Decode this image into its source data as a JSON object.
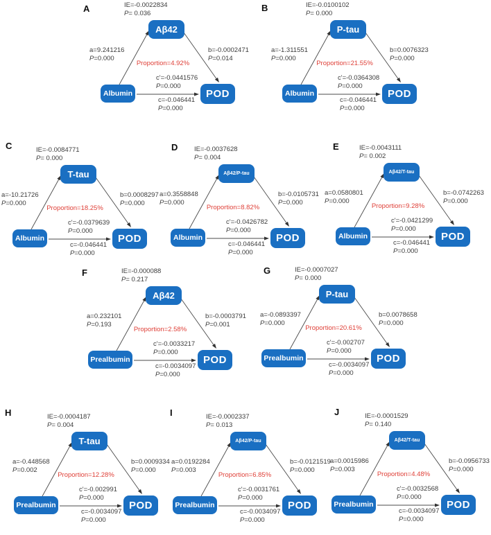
{
  "p_symbol": "P",
  "colors": {
    "box_blue": "#1a6fc2",
    "proportion_red": "#df4038",
    "arrow": "#4a4a4a",
    "label_text": "#3c3c3c"
  },
  "panels": [
    {
      "label": "A",
      "predictor": "Albumin",
      "mediator": "Aβ42",
      "outcome": "POD",
      "ie_value": "IE=-0.0022834",
      "ie_p": "= 0.036",
      "a_value": "a=9.241216",
      "a_p": "=0.000",
      "b_value": "b=-0.0002471",
      "b_p": "=0.014",
      "proportion": "Proportion=4.92%",
      "cp_value": "c'=-0.0441576",
      "cp_p": "=0.000",
      "c_value": "c=-0.046441",
      "c_p": "=0.000"
    },
    {
      "label": "B",
      "predictor": "Albumin",
      "mediator": "P-tau",
      "outcome": "POD",
      "ie_value": "IE=-0.0100102",
      "ie_p": "= 0.000",
      "a_value": "a=-1.311551",
      "a_p": "=0.000",
      "b_value": "b=0.0076323",
      "b_p": "=0.000",
      "proportion": "Proportion=21.55%",
      "cp_value": "c'=-0.0364308",
      "cp_p": "=0.000",
      "c_value": "c=-0.046441",
      "c_p": "=0.000"
    },
    {
      "label": "C",
      "predictor": "Albumin",
      "mediator": "T-tau",
      "outcome": "POD",
      "ie_value": "IE=-0.0084771",
      "ie_p": "= 0.000",
      "a_value": "a=-10.21726",
      "a_p": "=0.000",
      "b_value": "b=0.0008297",
      "b_p": "=0.000",
      "proportion": "Proportion=18.25%",
      "cp_value": "c'=-0.0379639",
      "cp_p": "=0.000",
      "c_value": "c=-0.046441",
      "c_p": "=0.000"
    },
    {
      "label": "D",
      "predictor": "Albumin",
      "mediator": "Aβ42/P-tau",
      "outcome": "POD",
      "ie_value": "IE=-0.0037628",
      "ie_p": "= 0.004",
      "a_value": "a=0.3558848",
      "a_p": "=0.000",
      "b_value": "b=-0.0105731",
      "b_p": "=0.000",
      "proportion": "Proportion=8.82%",
      "cp_value": "c'=-0.0426782",
      "cp_p": "=0.000",
      "c_value": "c=-0.046441",
      "c_p": "=0.000"
    },
    {
      "label": "E",
      "predictor": "Albumin",
      "mediator": "Aβ42/T-tau",
      "outcome": "POD",
      "ie_value": "IE=-0.0043111",
      "ie_p": "= 0.002",
      "a_value": "a=0.0580801",
      "a_p": "=0.000",
      "b_value": "b=-0.0742263",
      "b_p": "=0.000",
      "proportion": "Proportion=9.28%",
      "cp_value": "c'=-0.0421299",
      "cp_p": "=0.000",
      "c_value": "c=-0.046441",
      "c_p": "=0.000"
    },
    {
      "label": "F",
      "predictor": "Prealbumin",
      "mediator": "Aβ42",
      "outcome": "POD",
      "ie_value": "IE=-0.000088",
      "ie_p": "= 0.217",
      "a_value": "a=0.232101",
      "a_p": "=0.193",
      "b_value": "b=-0.0003791",
      "b_p": "=0.001",
      "proportion": "Proportion=2.58%",
      "cp_value": "c'=-0.0033217",
      "cp_p": "=0.000",
      "c_value": "c=-0.0034097",
      "c_p": "=0.000"
    },
    {
      "label": "G",
      "predictor": "Prealbumin",
      "mediator": "P-tau",
      "outcome": "POD",
      "ie_value": "IE=-0.0007027",
      "ie_p": "= 0.000",
      "a_value": "a=-0.0893397",
      "a_p": "=0.000",
      "b_value": "b=0.0078658",
      "b_p": "=0.000",
      "proportion": "Proportion=20.61%",
      "cp_value": "c'=-0.002707",
      "cp_p": "=0.000",
      "c_value": "c=-0.0034097",
      "c_p": "=0.000"
    },
    {
      "label": "H",
      "predictor": "Prealbumin",
      "mediator": "T-tau",
      "outcome": "POD",
      "ie_value": "IE=-0.0004187",
      "ie_p": "= 0.004",
      "a_value": "a=-0.448568",
      "a_p": "=0.002",
      "b_value": "b=0.0009334",
      "b_p": "=0.000",
      "proportion": "Proportion=12.28%",
      "cp_value": "c'=-0.002991",
      "cp_p": "=0.000",
      "c_value": "c=-0.0034097",
      "c_p": "=0.000"
    },
    {
      "label": "I",
      "predictor": "Prealbumin",
      "mediator": "Aβ42/P-tau",
      "outcome": "POD",
      "ie_value": "IE=-0.0002337",
      "ie_p": "= 0.013",
      "a_value": "a=0.0192284",
      "a_p": "=0.003",
      "b_value": "b=-0.0121519",
      "b_p": "=0.000",
      "proportion": "Proportion=6.85%",
      "cp_value": "c'=-0.0031761",
      "cp_p": "=0.000",
      "c_value": "c=-0.0034097",
      "c_p": "=0.000"
    },
    {
      "label": "J",
      "predictor": "Prealbumin",
      "mediator": "Aβ42/T-tau",
      "outcome": "POD",
      "ie_value": "IE=-0.0001529",
      "ie_p": "= 0.140",
      "a_value": "a=0.0015986",
      "a_p": "=0.003",
      "b_value": "b=-0.0956733",
      "b_p": "=0.000",
      "proportion": "Proportion=4.48%",
      "cp_value": "c'=-0.0032568",
      "cp_p": "=0.000",
      "c_value": "c=-0.0034097",
      "c_p": "=0.000"
    }
  ]
}
